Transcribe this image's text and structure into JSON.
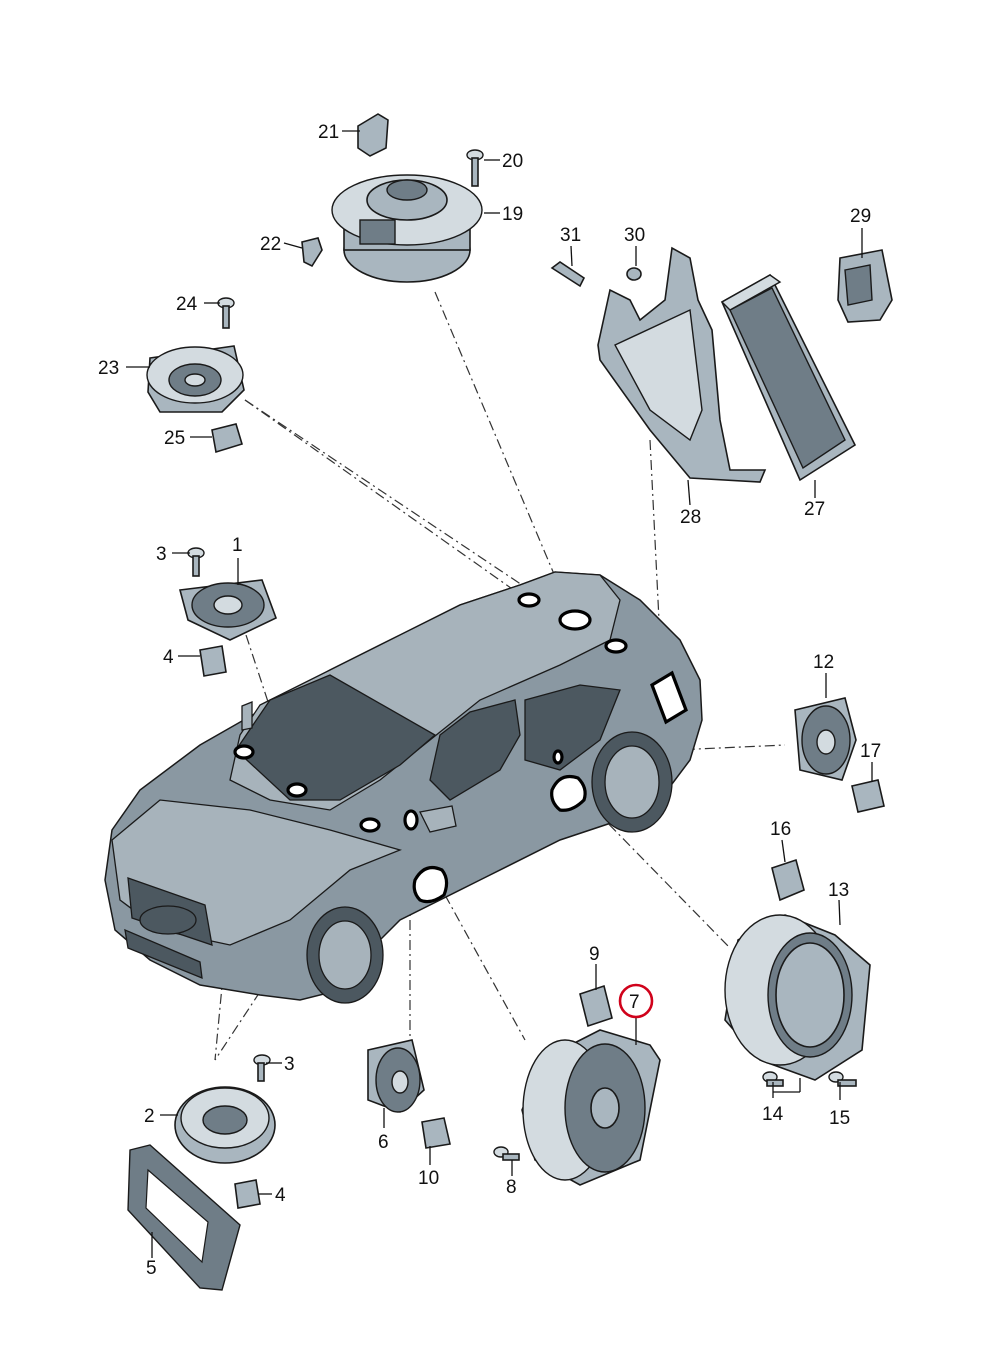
{
  "labels": {
    "l1": "1",
    "l2": "2",
    "l3a": "3",
    "l3b": "3",
    "l4a": "4",
    "l4b": "4",
    "l5": "5",
    "l6": "6",
    "l7": "7",
    "l8": "8",
    "l9": "9",
    "l10": "10",
    "l12": "12",
    "l13": "13",
    "l14": "14",
    "l15": "15",
    "l16": "16",
    "l17": "17",
    "l19": "19",
    "l20": "20",
    "l21": "21",
    "l22": "22",
    "l23": "23",
    "l24": "24",
    "l25": "25",
    "l27": "27",
    "l28": "28",
    "l29": "29",
    "l30": "30",
    "l31": "31"
  },
  "highlighted_part": "7",
  "colors": {
    "highlight": "#d0021b",
    "part_fill": "#a9b6bf",
    "car_body": "#8a98a2"
  }
}
